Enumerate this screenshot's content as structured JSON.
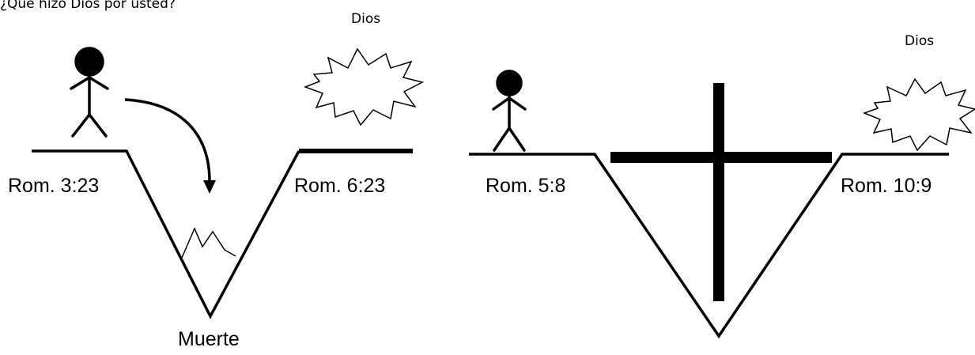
{
  "title": "¿Qué hizo Dios por usted?",
  "left_panel": {
    "god_label": "Dios",
    "verse_left": "Rom. 3:23",
    "verse_right": "Rom. 6:23",
    "death_label": "Muerte"
  },
  "right_panel": {
    "god_label": "Dios",
    "verse_left": "Rom. 5:8",
    "verse_right": "Rom. 10:9"
  },
  "icons": [
    "stick-figure-icon",
    "starburst-icon",
    "curved-arrow-icon",
    "fire-icon",
    "cross-icon"
  ],
  "colors": {
    "ink": "#000000",
    "background": "#ffffff"
  }
}
